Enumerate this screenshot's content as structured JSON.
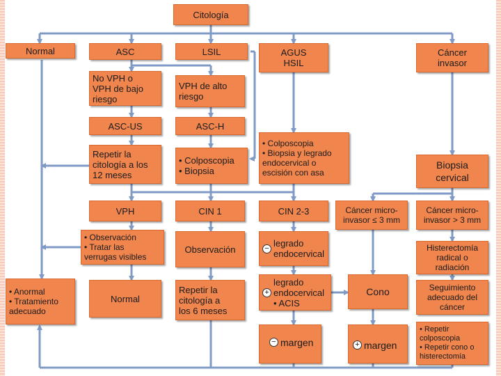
{
  "nodes": {
    "citologia": "Citología",
    "normal": "Normal",
    "asc": "ASC",
    "lsil": "LSIL",
    "agus": "AGUS\nHSIL",
    "cancer_invasor": "Cáncer\ninvasor",
    "no_vph": "No VPH o\nVPH de bajo\nriesgo",
    "vph_alto": "VPH de alto\nriesgo",
    "asc_us": "ASC-US",
    "asc_h": "ASC-H",
    "repetir_12": "Repetir la\ncitología a los\n12 meses",
    "colpo_biopsia": "• Colposcopia\n• Biopsia",
    "colpo_legrado": "• Colposcopia\n• Biopsia y legrado\n   endocervical o\n   escisión con asa",
    "biopsia_cervical": "Biopsia\ncervical",
    "vph": "VPH",
    "cin1": "CIN 1",
    "cin23": "CIN 2-3",
    "micro_le3": "Cáncer micro-\ninvasor ≤ 3 mm",
    "micro_gt3": "Cáncer micro-\ninvasor > 3 mm",
    "observacion_tratar": "• Observación\n• Tratar las\n   verrugas visibles",
    "observacion": "Observación",
    "legrado_neg": "legrado\nendocervical",
    "histerectomia": "Histerectomía\nradical o\nradiación",
    "anormal": "• Anormal\n• Tratamiento\n   adecuado",
    "normal2": "Normal",
    "repetir_6": "Repetir la\ncitología a\nlos 6 meses",
    "legrado_pos": "legrado\nendocervical\n• ACIS",
    "cono": "Cono",
    "seguimiento": "Seguimiento\nadecuado del\ncáncer",
    "margen_neg": "margen",
    "margen_pos": "margen",
    "repetir_colpo": "• Repetir\n   colposcopia\n• Repetir cono o\n   histerectomía"
  },
  "symbols": {
    "minus": "−",
    "plus": "+"
  },
  "colors": {
    "box": "#f0864e",
    "border": "#d9682f",
    "line": "#7f9ac4"
  }
}
